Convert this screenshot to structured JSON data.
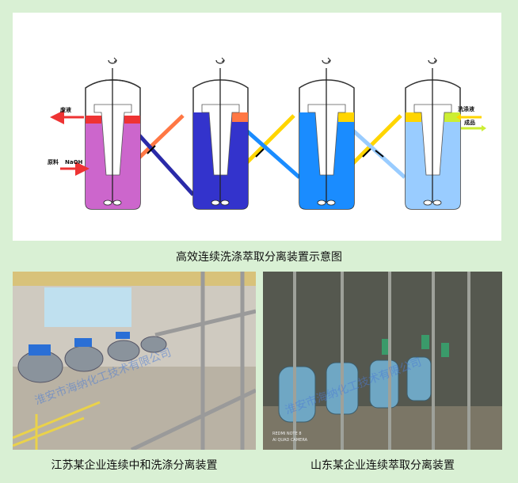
{
  "diagram": {
    "labels": {
      "waste": "废液",
      "feed": "原料",
      "naoh": "NaOH",
      "wash": "洗涤液",
      "product": "成品"
    },
    "colors": {
      "tank1": "#cc66cc",
      "tank2": "#3333cc",
      "tank3": "#1a8cff",
      "tank4": "#99ccff",
      "red": "#ee3333",
      "orange": "#ff7744",
      "yellow": "#ffd500",
      "lime": "#ccee33"
    }
  },
  "captions": {
    "top": "高效连续洗涤萃取分离装置示意图",
    "left": "江苏某企业连续中和洗涤分离装置",
    "right": "山东某企业连续萃取分离装置"
  },
  "photos": {
    "watermark": "淮安市海纳化工技术有限公司",
    "camera_line1": "REDMI NOTE 8",
    "camera_line2": "AI QUAD CAMERA"
  }
}
